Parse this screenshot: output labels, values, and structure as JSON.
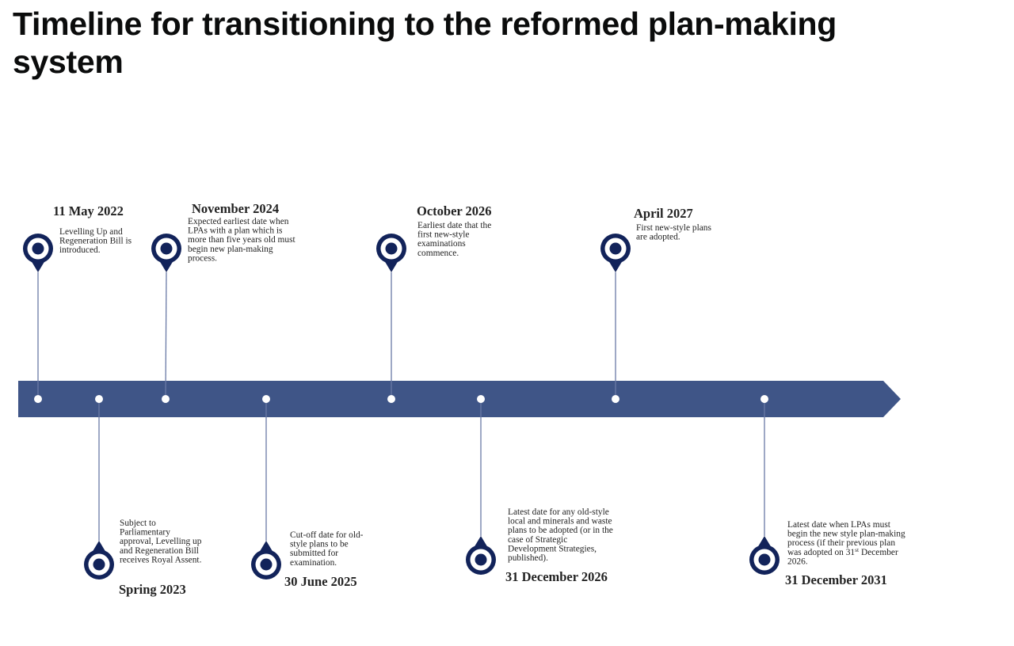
{
  "page": {
    "title": "Timeline for transitioning to the reformed plan-making system"
  },
  "colors": {
    "arrow": "#3f5587",
    "pin": "#12235a",
    "connector": "#6a7aa6",
    "dot": "#ffffff"
  },
  "events": [
    {
      "id": "may-2022",
      "date": "11 May 2022",
      "position": "above",
      "description_lines": [
        "Levelling Up and",
        "Regeneration Bill is",
        "introduced."
      ]
    },
    {
      "id": "spring-2023",
      "date": "Spring 2023",
      "position": "below",
      "description_lines": [
        "Subject to",
        "Parliamentary",
        "approval, Levelling up",
        "and Regeneration Bill",
        "receives Royal Assent."
      ]
    },
    {
      "id": "nov-2024",
      "date": "November 2024",
      "position": "above",
      "description_lines": [
        "Expected earliest date when",
        "LPAs with a plan which is",
        "more than five years old must",
        "begin new plan-making",
        "process."
      ]
    },
    {
      "id": "june-2025",
      "date": "30 June 2025",
      "position": "below",
      "description_lines": [
        "Cut-off date for old-",
        "style plans to be",
        "submitted for",
        "examination."
      ]
    },
    {
      "id": "oct-2026",
      "date": "October 2026",
      "position": "above",
      "description_lines": [
        "Earliest date that the",
        "first new-style",
        "examinations",
        "commence."
      ]
    },
    {
      "id": "dec-2026",
      "date": "31 December 2026",
      "position": "below",
      "description_lines": [
        "Latest date for any old-style",
        "local and minerals and waste",
        "plans to be adopted (or in the",
        "case of Strategic",
        "Development Strategies,",
        "published)."
      ]
    },
    {
      "id": "apr-2027",
      "date": "April 2027",
      "position": "above",
      "description_lines": [
        "First new-style plans",
        "are adopted."
      ]
    },
    {
      "id": "dec-2031",
      "date": "31 December 2031",
      "position": "below",
      "description_lines": [
        "Latest date when LPAs must",
        "begin the new style plan-making",
        "process (if their previous plan",
        "was adopted on 31st December",
        "2026."
      ]
    }
  ]
}
